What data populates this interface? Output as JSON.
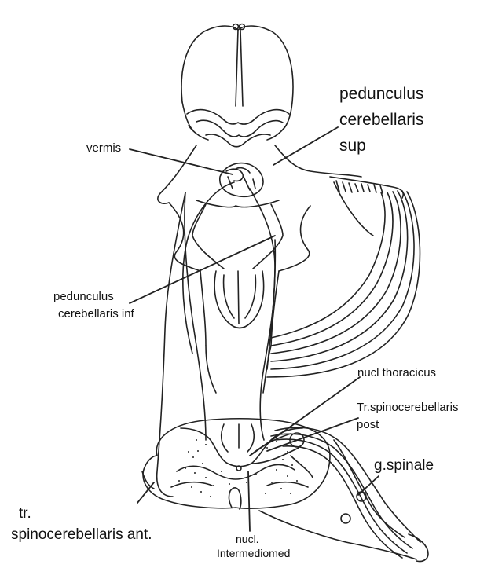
{
  "labels": {
    "ped_sup_line1": "pedunculus",
    "ped_sup_line2": "cerebellaris",
    "ped_sup_line3": "sup",
    "vermis": "vermis",
    "ped_inf_line1": "pedunculus",
    "ped_inf_line2": "cerebellaris inf",
    "nucl_thoracicus": "nucl thoracicus",
    "tr_post_line1": "Tr.spinocerebellaris",
    "tr_post_line2": "post",
    "g_spinale": "g.spinale",
    "tr_ant_line1": "tr.",
    "tr_ant_line2": "spinocerebellaris ant.",
    "nucl_im_line1": "nucl.",
    "nucl_im_line2": "Intermediomed"
  },
  "colors": {
    "ink": "#222222",
    "label": "#111111",
    "background": "#ffffff"
  }
}
